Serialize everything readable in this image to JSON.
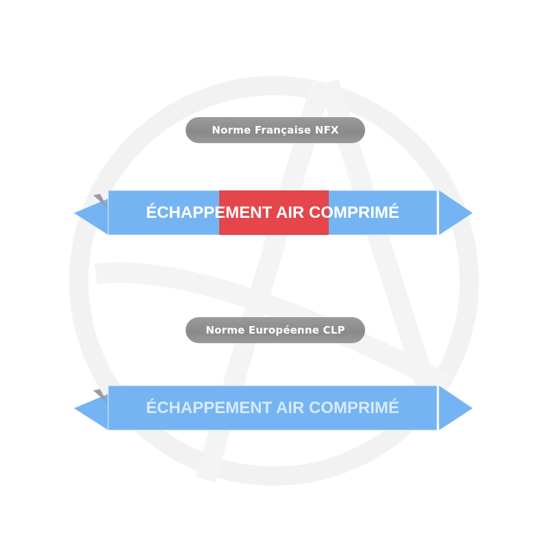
{
  "labels": {
    "nfx": "Norme Française NFX",
    "clp": "Norme Européenne CLP"
  },
  "markers": [
    {
      "standard": "NFX",
      "text": "ÉCHAPPEMENT AIR COMPRIMÉ",
      "base_color": "#74b4f2",
      "band_color": "#e4464b"
    },
    {
      "standard": "CLP",
      "text": "ÉCHAPPEMENT AIR COMPRIMÉ",
      "base_color": "#74b4f2"
    }
  ],
  "colors": {
    "pill_gray": "#929292",
    "watermark": "#f3f3f3",
    "fold_gray": "#9c9c9c"
  }
}
